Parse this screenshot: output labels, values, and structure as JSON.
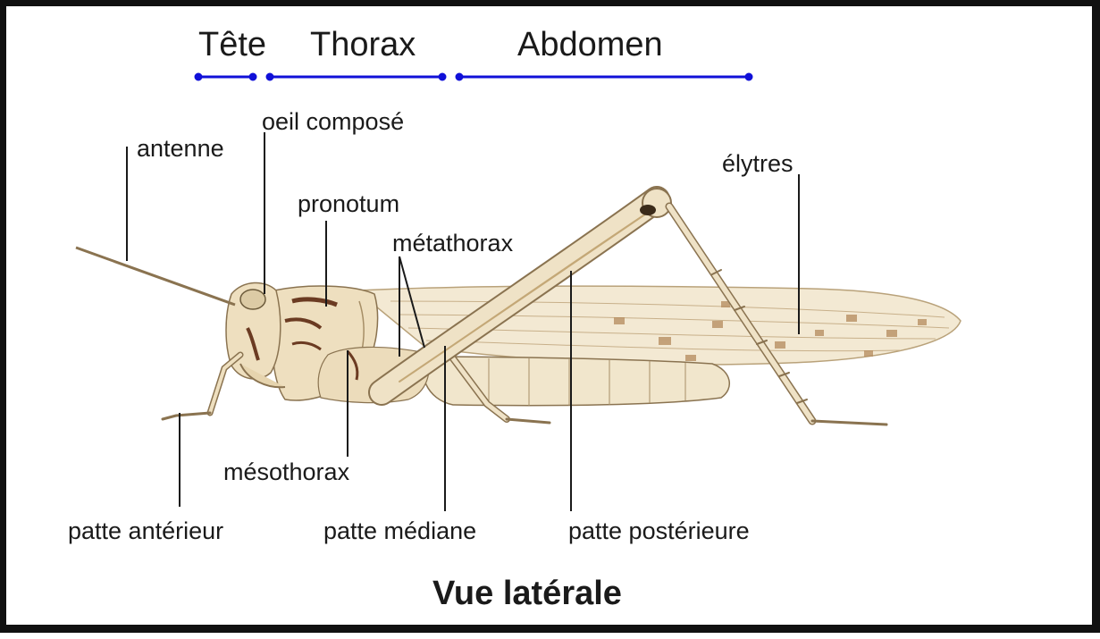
{
  "segments": {
    "head": "Tête",
    "thorax": "Thorax",
    "abdomen": "Abdomen"
  },
  "labels": {
    "antenne": "antenne",
    "oeil_compose": "oeil composé",
    "pronotum": "pronotum",
    "metathorax": "métathorax",
    "elytres": "élytres",
    "mesothorax": "mésothorax",
    "patte_anterieur": "patte antérieur",
    "patte_mediane": "patte médiane",
    "patte_posterieure": "patte postérieure"
  },
  "title": "Vue latérale",
  "colors": {
    "segment_line": "#1010d8",
    "leader_line": "#1a1a1a",
    "body_fill": "#efe2c6",
    "body_stroke": "#8a7350",
    "wing_fill": "#f3e9d3",
    "marking": "#6b3b22"
  }
}
